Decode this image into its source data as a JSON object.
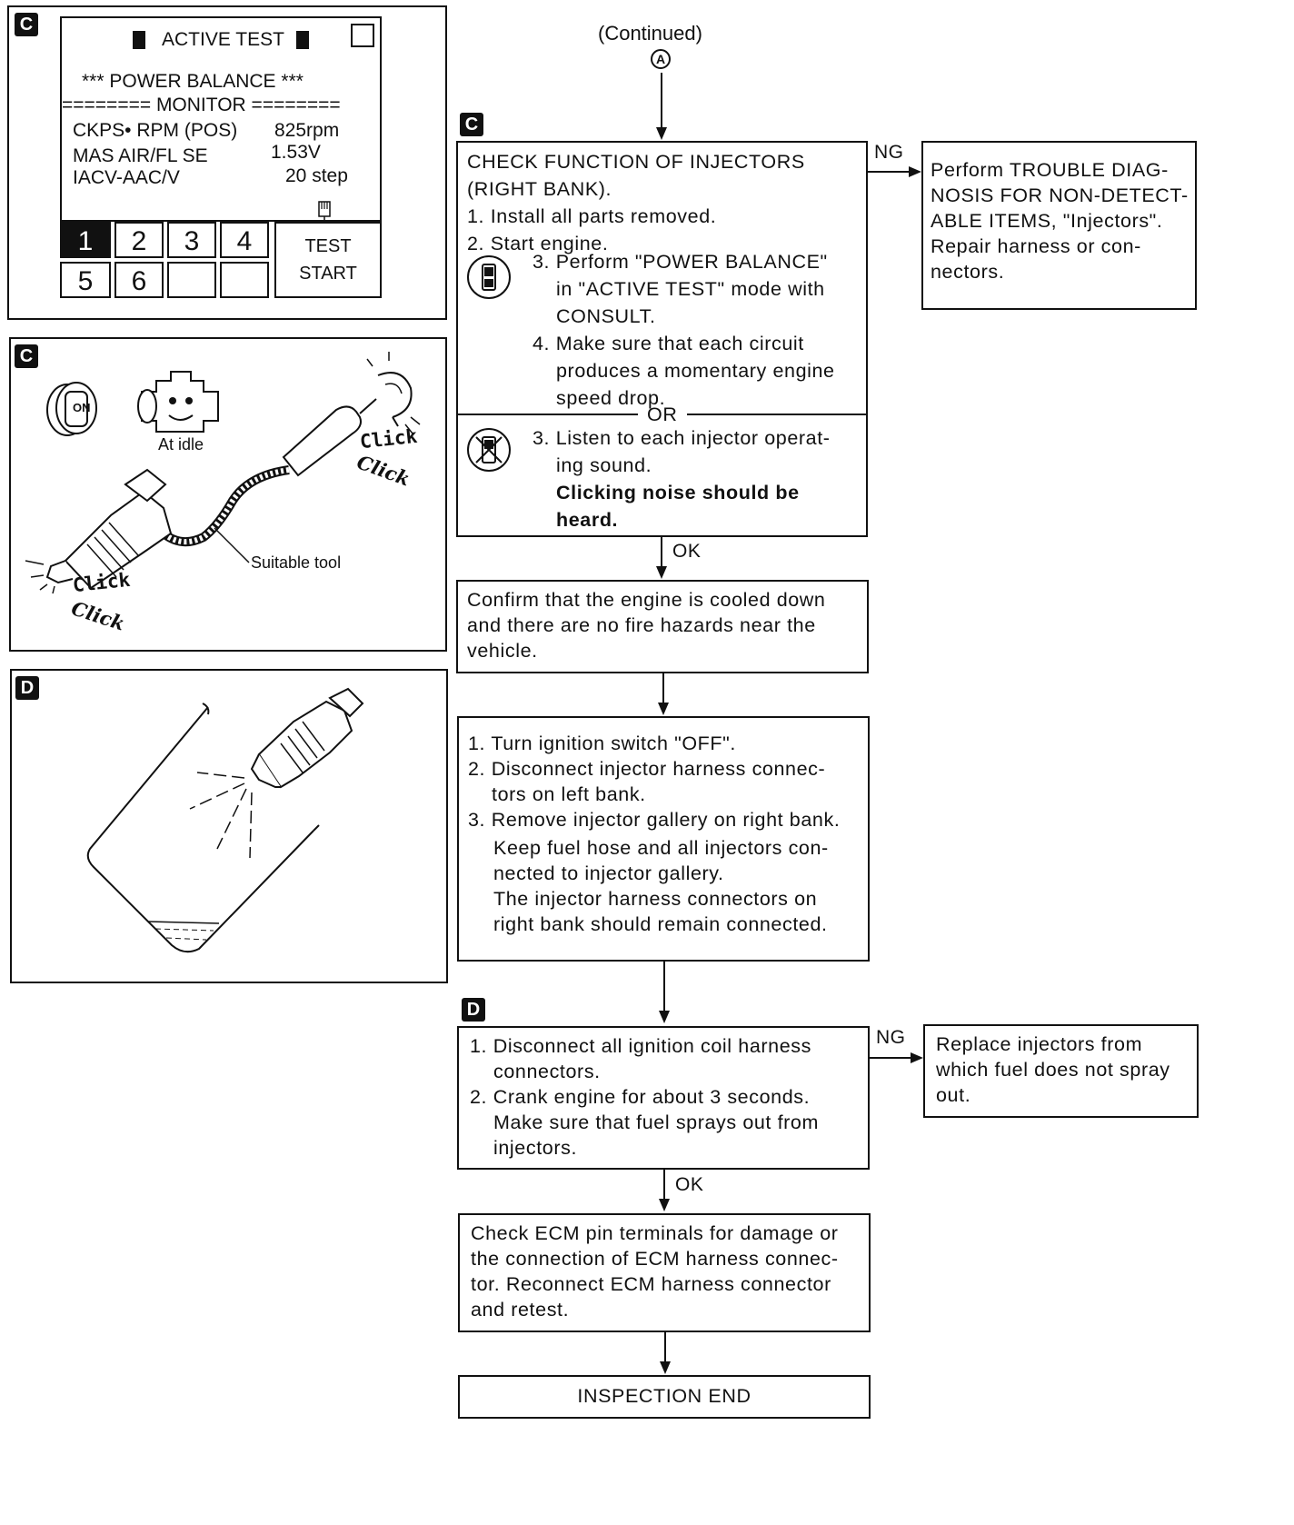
{
  "panels": {
    "consult": {
      "tag": "C",
      "screen_title": "ACTIVE TEST",
      "test_name": "*** POWER  BALANCE ***",
      "monitor_label": "======== MONITOR ========",
      "rows": [
        {
          "label": "CKPS• RPM (POS)",
          "value": "825rpm"
        },
        {
          "label": "MAS AIR/FL SE",
          "value": "1.53V"
        },
        {
          "label": "IACV-AAC/V",
          "value": "20 step"
        }
      ],
      "keys": [
        "1",
        "2",
        "3",
        "4",
        "5",
        "6",
        "",
        ""
      ],
      "selected_key": "1",
      "test_start": [
        "TEST",
        "START"
      ]
    },
    "listen": {
      "tag": "C",
      "ignition_label": "ON",
      "at_idle": "At idle",
      "click_1": "Click",
      "click_2": "Click",
      "click_3": "Click",
      "click_4": "Click",
      "suitable_tool": "Suitable tool"
    },
    "spray": {
      "tag": "D"
    }
  },
  "flow": {
    "continued": "(Continued)",
    "connector_a": "A",
    "tag_c": "C",
    "tag_d": "D",
    "check_box": {
      "lines": [
        "CHECK FUNCTION OF INJECTORS",
        "(RIGHT BANK).",
        "1. Install all parts removed.",
        "2. Start engine."
      ],
      "consult_steps": [
        "3. Perform \"POWER BALANCE\"",
        "in \"ACTIVE TEST\" mode with",
        "CONSULT.",
        "4. Make sure that each circuit",
        "produces a momentary engine",
        "speed drop."
      ],
      "or": "OR",
      "no_consult_steps": [
        "3. Listen to each injector operat-",
        "ing sound."
      ],
      "no_consult_bold": [
        "Clicking noise should be",
        "heard."
      ]
    },
    "ng1": "NG",
    "ng1_box": [
      "Perform TROUBLE DIAG-",
      "NOSIS FOR NON-DETECT-",
      "ABLE ITEMS, \"Injectors\".",
      " Repair harness or con-",
      " nectors."
    ],
    "ok1": "OK",
    "confirm_box": [
      "Confirm that the engine is cooled down",
      "and there are no fire hazards near the",
      "vehicle."
    ],
    "steps_box": {
      "s1": "1. Turn ignition switch \"OFF\".",
      "s2a": "2. Disconnect injector harness connec-",
      "s2b": "tors on left bank.",
      "s3": "3. Remove injector gallery on right bank.",
      "n1": "Keep fuel hose and all injectors con-",
      "n2": "nected to injector gallery.",
      "n3": "The injector harness connectors on",
      "n4": "right bank should remain connected."
    },
    "crank_box": [
      "1. Disconnect all ignition coil harness",
      "connectors.",
      "2. Crank engine for about 3 seconds.",
      "Make sure that fuel sprays out from",
      "injectors."
    ],
    "ng2": "NG",
    "ng2_box": [
      "Replace injectors from",
      "which fuel does not spray",
      "out."
    ],
    "ok2": "OK",
    "ecm_box": [
      "Check ECM pin terminals for damage or",
      "the connection of ECM harness connec-",
      "tor. Reconnect ECM harness connector",
      "and retest."
    ],
    "end_box": "INSPECTION END"
  }
}
